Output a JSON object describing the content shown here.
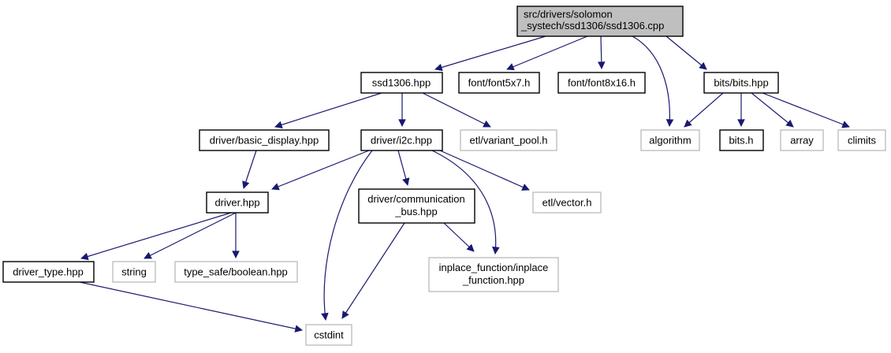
{
  "diagram": {
    "kind": "include-dependency-graph",
    "colors": {
      "edge": "#191970",
      "internal_border": "#000000",
      "external_border": "#bfbfbf",
      "root_fill": "#bfbfbf",
      "node_fill": "#ffffff",
      "text": "#000000"
    },
    "nodes": {
      "ssd1306_cpp": {
        "kind": "root",
        "label": "src/drivers/solomon_systech/ssd1306/ssd1306.cpp",
        "line1": "src/drivers/solomon",
        "line2": "_systech/ssd1306/ssd1306.cpp"
      },
      "ssd1306_hpp": {
        "kind": "internal",
        "label": "ssd1306.hpp"
      },
      "font5x7": {
        "kind": "internal",
        "label": "font/font5x7.h"
      },
      "font8x16": {
        "kind": "internal",
        "label": "font/font8x16.h"
      },
      "bits_bits": {
        "kind": "internal",
        "label": "bits/bits.hpp"
      },
      "basic_display": {
        "kind": "internal",
        "label": "driver/basic_display.hpp"
      },
      "i2c": {
        "kind": "internal",
        "label": "driver/i2c.hpp"
      },
      "variant_pool": {
        "kind": "external",
        "label": "etl/variant_pool.h"
      },
      "algorithm": {
        "kind": "external",
        "label": "algorithm"
      },
      "bits_h": {
        "kind": "internal",
        "label": "bits.h"
      },
      "array": {
        "kind": "external",
        "label": "array"
      },
      "climits": {
        "kind": "external",
        "label": "climits"
      },
      "driver_hpp": {
        "kind": "internal",
        "label": "driver.hpp"
      },
      "comm_bus": {
        "kind": "internal",
        "label": "driver/communication_bus.hpp",
        "line1": "driver/communication",
        "line2": "_bus.hpp"
      },
      "etl_vector": {
        "kind": "external",
        "label": "etl/vector.h"
      },
      "driver_type": {
        "kind": "internal",
        "label": "driver_type.hpp"
      },
      "string": {
        "kind": "external",
        "label": "string"
      },
      "type_safe": {
        "kind": "external",
        "label": "type_safe/boolean.hpp"
      },
      "inplace": {
        "kind": "external",
        "label": "inplace_function/inplace_function.hpp",
        "line1": "inplace_function/inplace",
        "line2": "_function.hpp"
      },
      "cstdint": {
        "kind": "external",
        "label": "cstdint"
      }
    },
    "edges": [
      {
        "from": "ssd1306_cpp",
        "to": "ssd1306_hpp"
      },
      {
        "from": "ssd1306_cpp",
        "to": "font5x7"
      },
      {
        "from": "ssd1306_cpp",
        "to": "font8x16"
      },
      {
        "from": "ssd1306_cpp",
        "to": "algorithm"
      },
      {
        "from": "ssd1306_cpp",
        "to": "bits_bits"
      },
      {
        "from": "ssd1306_hpp",
        "to": "basic_display"
      },
      {
        "from": "ssd1306_hpp",
        "to": "i2c"
      },
      {
        "from": "ssd1306_hpp",
        "to": "variant_pool"
      },
      {
        "from": "bits_bits",
        "to": "algorithm"
      },
      {
        "from": "bits_bits",
        "to": "bits_h"
      },
      {
        "from": "bits_bits",
        "to": "array"
      },
      {
        "from": "bits_bits",
        "to": "climits"
      },
      {
        "from": "basic_display",
        "to": "driver_hpp"
      },
      {
        "from": "i2c",
        "to": "driver_hpp"
      },
      {
        "from": "i2c",
        "to": "comm_bus"
      },
      {
        "from": "i2c",
        "to": "cstdint"
      },
      {
        "from": "i2c",
        "to": "inplace"
      },
      {
        "from": "i2c",
        "to": "etl_vector"
      },
      {
        "from": "driver_hpp",
        "to": "driver_type"
      },
      {
        "from": "driver_hpp",
        "to": "string"
      },
      {
        "from": "driver_hpp",
        "to": "type_safe"
      },
      {
        "from": "comm_bus",
        "to": "cstdint"
      },
      {
        "from": "comm_bus",
        "to": "inplace"
      },
      {
        "from": "driver_type",
        "to": "cstdint"
      }
    ]
  }
}
